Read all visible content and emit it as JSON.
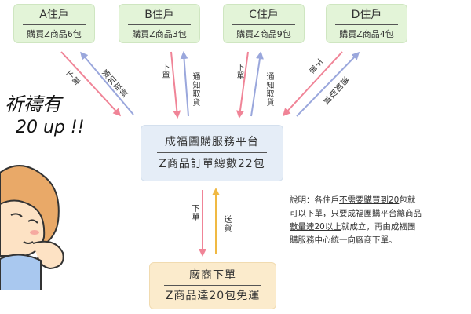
{
  "residents": [
    {
      "name": "A住戶",
      "order": "購買Z商品6包"
    },
    {
      "name": "B住戶",
      "order": "購買Z商品3包"
    },
    {
      "name": "C住戶",
      "order": "購買Z商品9包"
    },
    {
      "name": "D住戶",
      "order": "購買Z商品4包"
    }
  ],
  "platform": {
    "title": "成福團購服務平台",
    "total": "Z商品訂單總數22包"
  },
  "vendor": {
    "title": "廠商下單",
    "deal": "Z商品達20包免運"
  },
  "arrow_labels": {
    "place_order": "下單",
    "notify_pickup": "通知取貨",
    "ship": "送貨"
  },
  "note": {
    "p1": "說明：各住戶",
    "u1": "不需要購買到20",
    "p2": "包就可以下單，只要成福團購平台",
    "u2": "總商品數量達20以上",
    "p3": "就成立，再由成福團購服務中心統一向廠商下單。"
  },
  "handwriting": {
    "line1": "祈禱有",
    "line2": "20 up !!"
  },
  "colors": {
    "red_arrow": "#f08497",
    "blue_arrow": "#9aa7dc",
    "orange_arrow": "#f0b943",
    "resident_box": "#e3f4d8",
    "platform_box": "#e5edf7",
    "vendor_box": "#fbebcc"
  }
}
